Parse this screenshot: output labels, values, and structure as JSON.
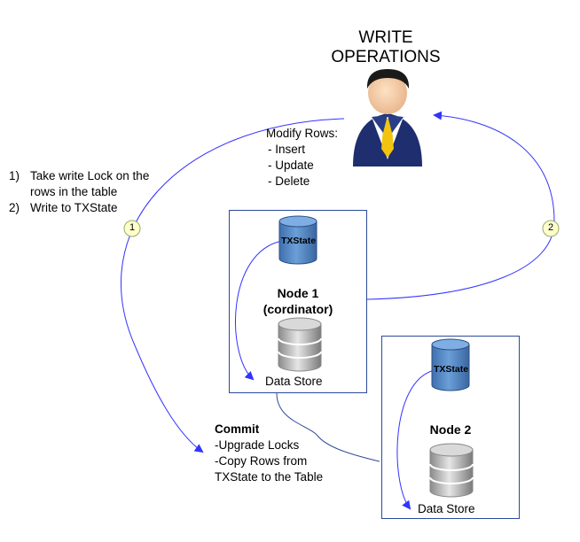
{
  "title": [
    "WRITE",
    "OPERATIONS"
  ],
  "modify": {
    "heading": "Modify Rows:",
    "items": [
      "- Insert",
      "- Update",
      "- Delete"
    ]
  },
  "steps": [
    {
      "num": "1)",
      "lines": [
        "Take write Lock on the",
        "rows in the table"
      ]
    },
    {
      "num": "2)",
      "lines": [
        "Write to TXState"
      ]
    }
  ],
  "commit": {
    "heading": "Commit",
    "lines": [
      "-Upgrade Locks",
      "-Copy Rows from",
      "TXState to the Table"
    ]
  },
  "node1": {
    "title_lines": [
      "Node 1",
      "(cordinator)"
    ],
    "txstate_label": "TXState",
    "datastore_label": "Data Store"
  },
  "node2": {
    "title": "Node 2",
    "txstate_label": "TXState",
    "datastore_label": "Data Store"
  },
  "markers": [
    "1",
    "2"
  ],
  "colors": {
    "arrow": "#3333ff",
    "box_border": "#2b4a9a",
    "cylinder_blue": "#4f86c6",
    "marker_fill": "#ffffcc",
    "marker_stroke": "#99aa66"
  }
}
